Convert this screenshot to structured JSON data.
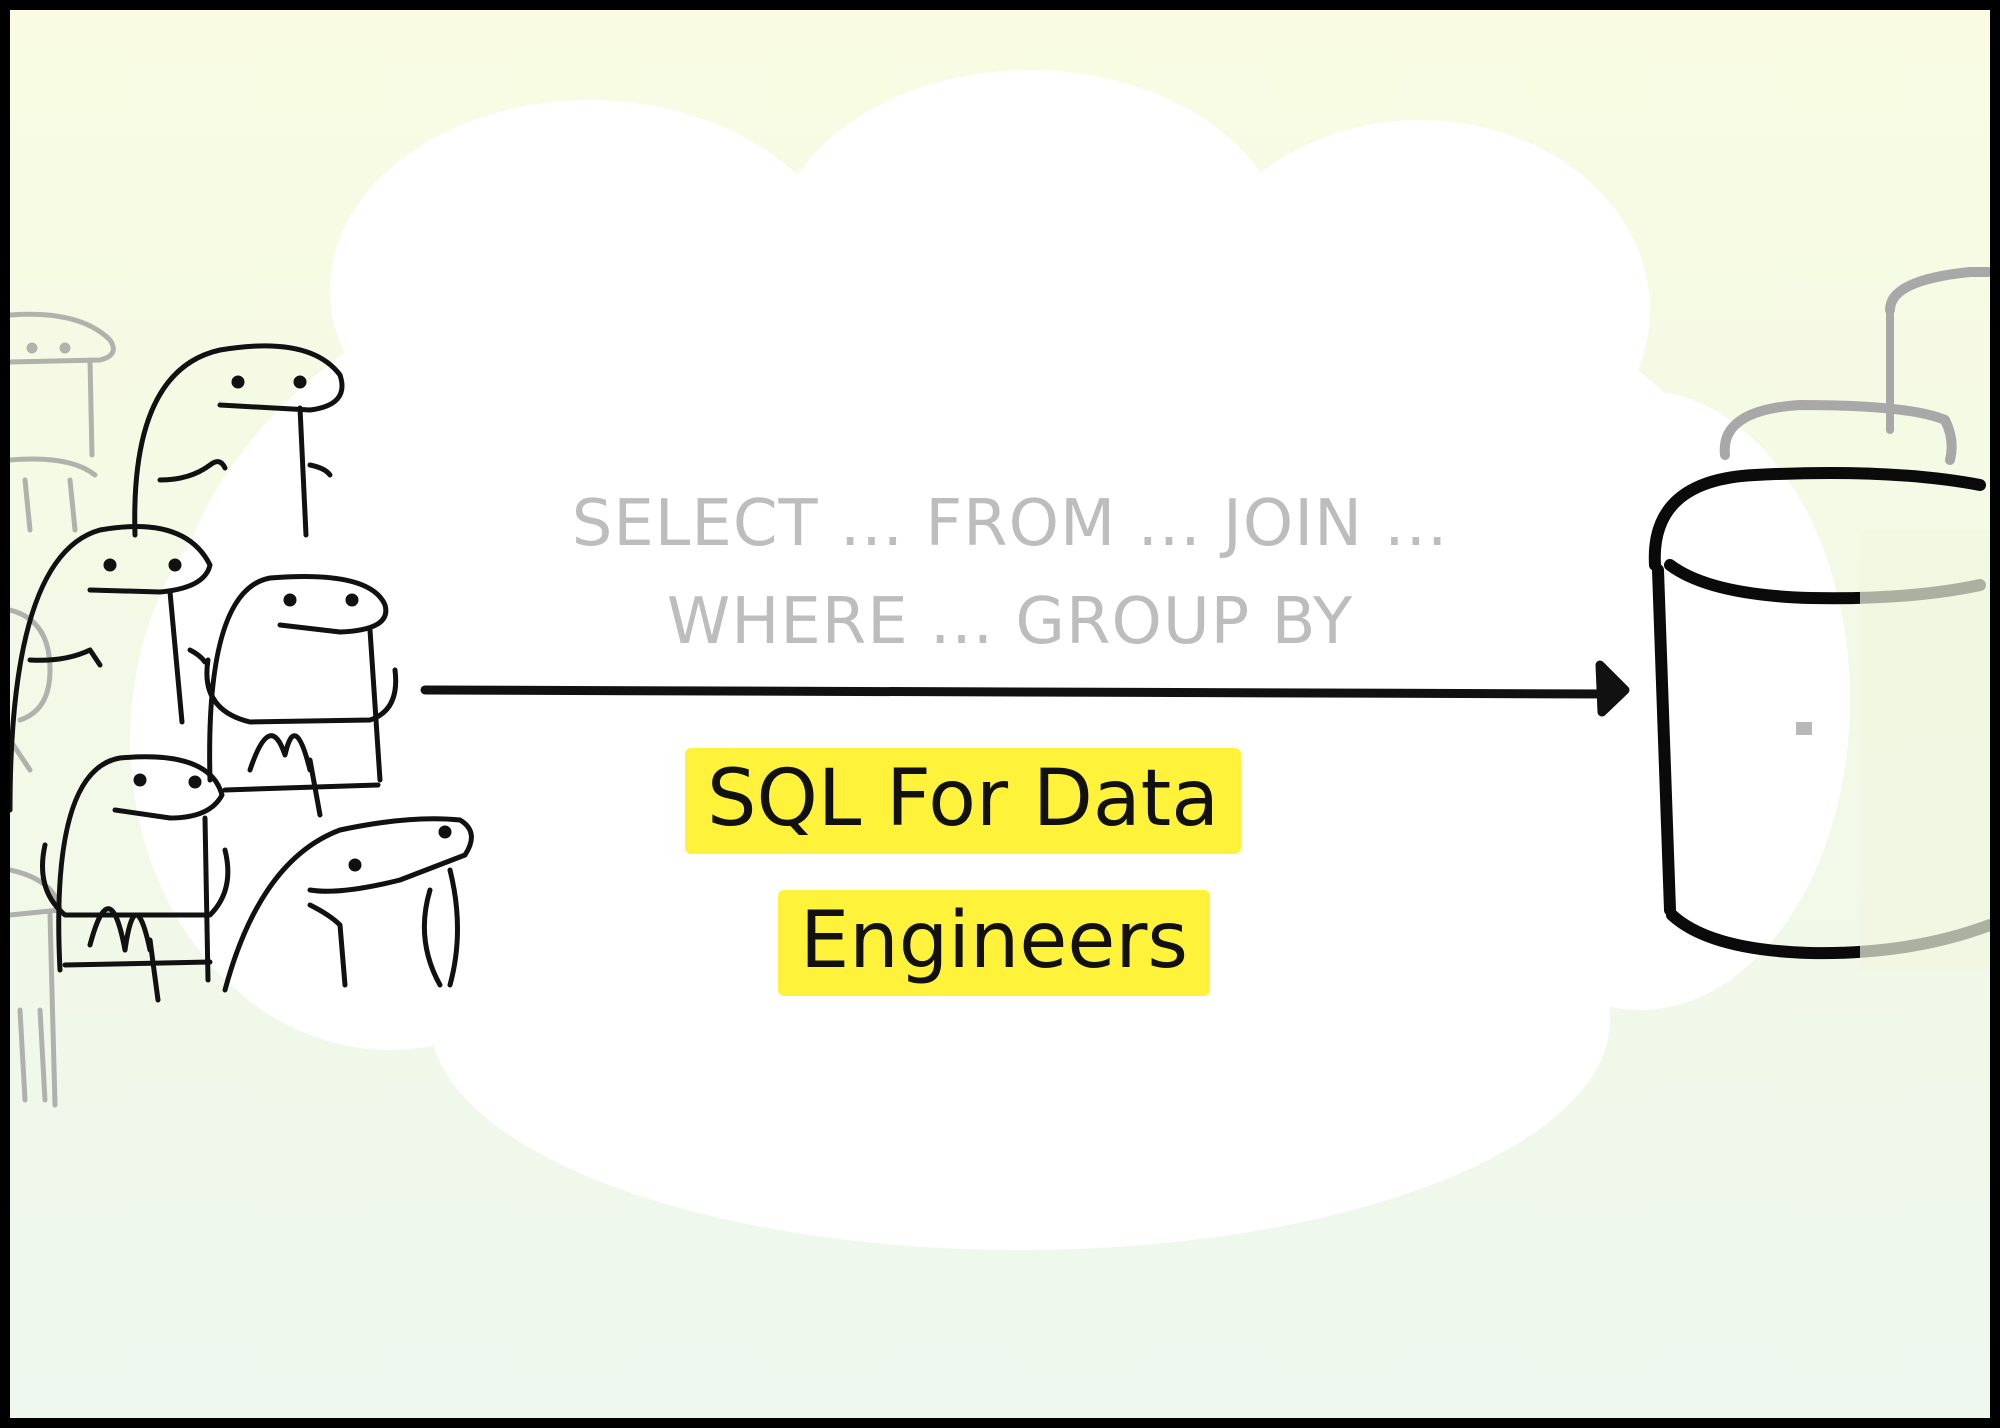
{
  "code_snippet": {
    "line1": "SELECT ... FROM ... JOIN ...",
    "line2": "WHERE ... GROUP BY"
  },
  "title": {
    "line1": "SQL For Data",
    "line2": "Engineers"
  },
  "colors": {
    "highlight": "#fff23a",
    "ink": "#111111",
    "faded_text": "#bdbdbd",
    "background": "#f6fbe8",
    "frame": "#000000"
  }
}
